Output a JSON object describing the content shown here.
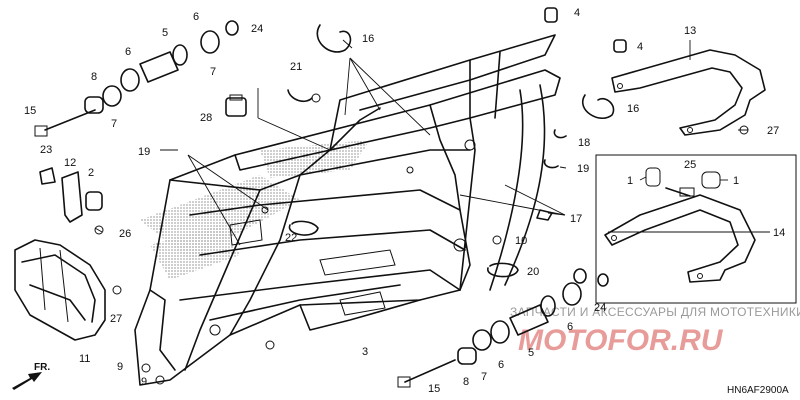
{
  "diagram": {
    "code": "HN6AF2900A",
    "fr_label": "FR.",
    "watermark_text": "ЗАПЧАСТИ И АКСЕССУАРЫ ДЛЯ МОТОТЕХНИКИ",
    "watermark_logo": "MOTOFOR.RU",
    "callouts": [
      {
        "id": "c1",
        "label": "1"
      },
      {
        "id": "c1b",
        "label": "1"
      },
      {
        "id": "c2",
        "label": "2"
      },
      {
        "id": "c3",
        "label": "3"
      },
      {
        "id": "c4",
        "label": "4"
      },
      {
        "id": "c4b",
        "label": "4"
      },
      {
        "id": "c5",
        "label": "5"
      },
      {
        "id": "c5b",
        "label": "5"
      },
      {
        "id": "c6",
        "label": "6"
      },
      {
        "id": "c6b",
        "label": "6"
      },
      {
        "id": "c6c",
        "label": "6"
      },
      {
        "id": "c6d",
        "label": "6"
      },
      {
        "id": "c7",
        "label": "7"
      },
      {
        "id": "c7b",
        "label": "7"
      },
      {
        "id": "c7c",
        "label": "7"
      },
      {
        "id": "c8",
        "label": "8"
      },
      {
        "id": "c8b",
        "label": "8"
      },
      {
        "id": "c9",
        "label": "9"
      },
      {
        "id": "c9b",
        "label": "9"
      },
      {
        "id": "c10",
        "label": "10"
      },
      {
        "id": "c11",
        "label": "11"
      },
      {
        "id": "c12",
        "label": "12"
      },
      {
        "id": "c13",
        "label": "13"
      },
      {
        "id": "c14",
        "label": "14"
      },
      {
        "id": "c15",
        "label": "15"
      },
      {
        "id": "c15b",
        "label": "15"
      },
      {
        "id": "c16",
        "label": "16"
      },
      {
        "id": "c16b",
        "label": "16"
      },
      {
        "id": "c17",
        "label": "17"
      },
      {
        "id": "c18",
        "label": "18"
      },
      {
        "id": "c19",
        "label": "19"
      },
      {
        "id": "c19b",
        "label": "19"
      },
      {
        "id": "c20",
        "label": "20"
      },
      {
        "id": "c21",
        "label": "21"
      },
      {
        "id": "c22",
        "label": "22"
      },
      {
        "id": "c23",
        "label": "23"
      },
      {
        "id": "c24",
        "label": "24"
      },
      {
        "id": "c24b",
        "label": "24"
      },
      {
        "id": "c25",
        "label": "25"
      },
      {
        "id": "c26",
        "label": "26"
      },
      {
        "id": "c27",
        "label": "27"
      },
      {
        "id": "c27b",
        "label": "27"
      },
      {
        "id": "c28",
        "label": "28"
      }
    ]
  }
}
